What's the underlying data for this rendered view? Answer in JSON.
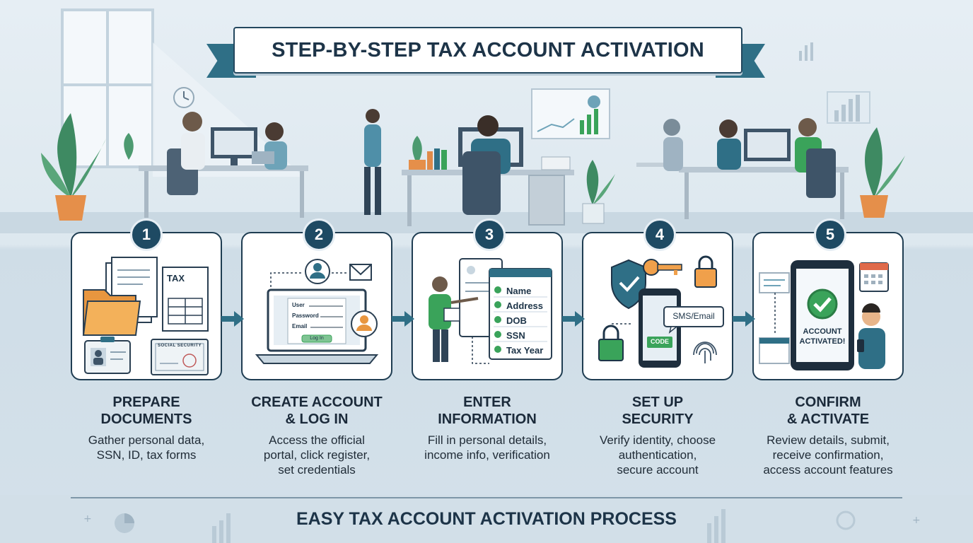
{
  "header": {
    "title": "STEP-BY-STEP TAX ACCOUNT ACTIVATION"
  },
  "steps": [
    {
      "number": "1",
      "title_line1": "PREPARE",
      "title_line2": "DOCUMENTS",
      "desc_line1": "Gather personal data,",
      "desc_line2": "SSN, ID, tax forms",
      "desc_line3": ""
    },
    {
      "number": "2",
      "title_line1": "CREATE ACCOUNT",
      "title_line2": "& LOG IN",
      "desc_line1": "Access the official",
      "desc_line2": "portal, click register,",
      "desc_line3": "set credentials"
    },
    {
      "number": "3",
      "title_line1": "ENTER",
      "title_line2": "INFORMATION",
      "desc_line1": "Fill in personal details,",
      "desc_line2": "income info, verification",
      "desc_line3": ""
    },
    {
      "number": "4",
      "title_line1": "SET UP",
      "title_line2": "SECURITY",
      "desc_line1": "Verify identity, choose",
      "desc_line2": "authentication,",
      "desc_line3": "secure account"
    },
    {
      "number": "5",
      "title_line1": "CONFIRM",
      "title_line2": "& ACTIVATE",
      "desc_line1": "Review details, submit,",
      "desc_line2": "receive confirmation,",
      "desc_line3": "access account features"
    }
  ],
  "step1_art": {
    "tax_label": "TAX",
    "card_label": "SOCIAL SECURITY"
  },
  "step2_art": {
    "user_label": "User",
    "password_label": "Password",
    "email_label": "Email",
    "login_label": "Log In"
  },
  "step3_art": {
    "fields": [
      "Name",
      "Address",
      "DOB",
      "SSN",
      "Tax Year"
    ]
  },
  "step4_art": {
    "bubble_label": "SMS/Email",
    "code_label": "CODE"
  },
  "step5_art": {
    "status_line1": "ACCOUNT",
    "status_line2": "ACTIVATED!"
  },
  "footer": {
    "title": "EASY TAX ACCOUNT ACTIVATION PROCESS"
  },
  "colors": {
    "navy": "#1e4a63",
    "teal": "#2f6f86",
    "green": "#3aa35a",
    "orange": "#f0a04b"
  }
}
